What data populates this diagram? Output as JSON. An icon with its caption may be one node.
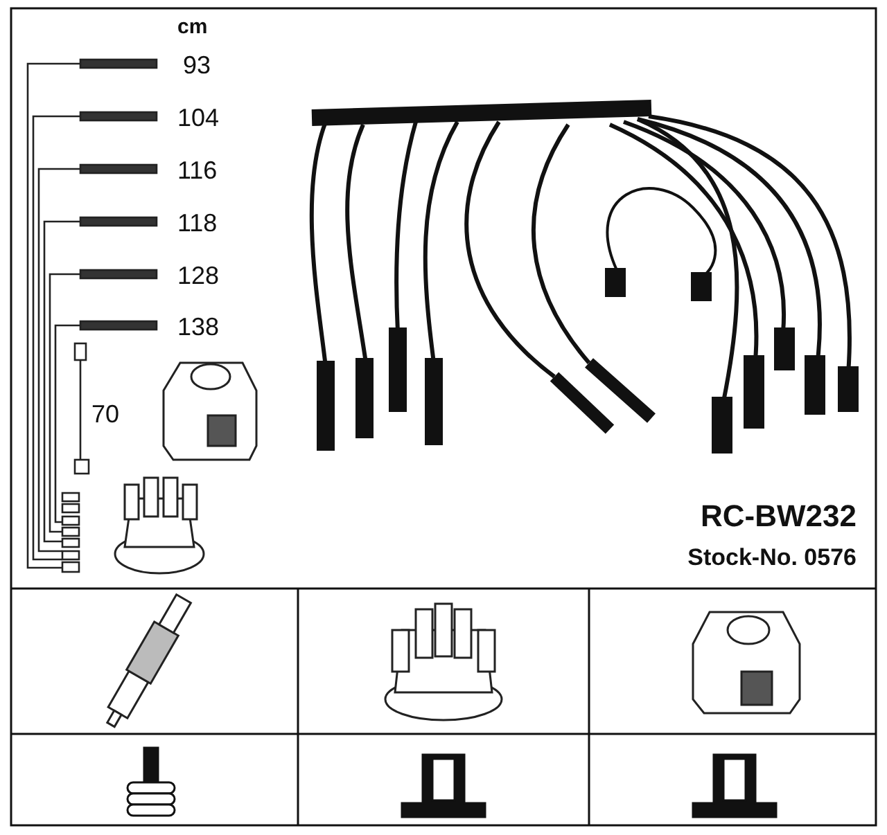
{
  "diagram": {
    "labels": [
      "cm",
      "93",
      "104",
      "116",
      "118",
      "128",
      "138",
      "70",
      "RC-BW232",
      "Stock-No. 0576"
    ]
  }
}
